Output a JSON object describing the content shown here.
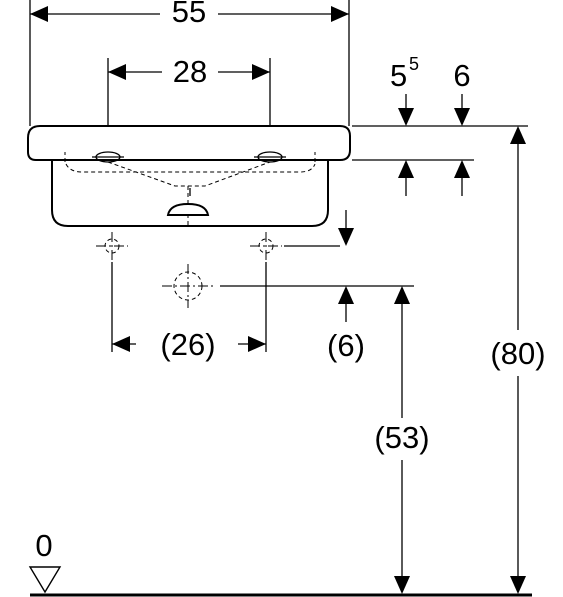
{
  "dimensions": {
    "total_width": "55",
    "tap_holes_spacing": "28",
    "rim_front": "5",
    "rim_front_sup": "5",
    "rim_side": "6",
    "height_total": "(80)",
    "waste_spacing": "(26)",
    "waste_offset": "(6)",
    "waste_height": "(53)",
    "floor_level": "0"
  }
}
